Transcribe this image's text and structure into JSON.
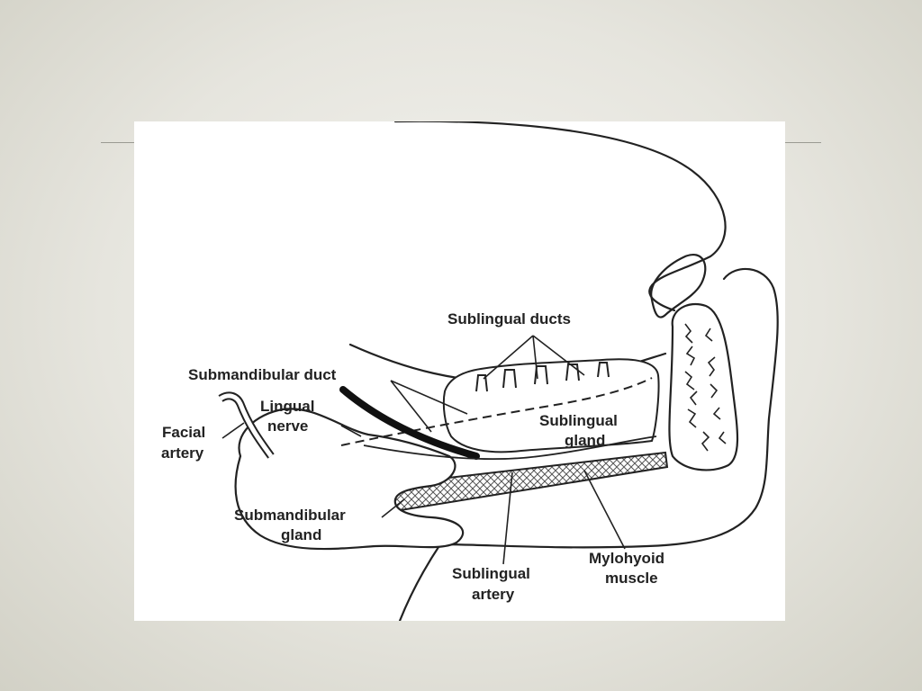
{
  "diagram": {
    "labels": {
      "sublingual_ducts": "Sublingual ducts",
      "submandibular_duct": "Submandibular duct",
      "lingual_nerve_1": "Lingual",
      "lingual_nerve_2": "nerve",
      "facial_artery_1": "Facial",
      "facial_artery_2": "artery",
      "sublingual_gland_1": "Sublingual",
      "sublingual_gland_2": "gland",
      "submandibular_gland_1": "Submandibular",
      "submandibular_gland_2": "gland",
      "sublingual_artery_1": "Sublingual",
      "sublingual_artery_2": "artery",
      "mylohyoid_muscle_1": "Mylohyoid",
      "mylohyoid_muscle_2": "muscle"
    }
  }
}
